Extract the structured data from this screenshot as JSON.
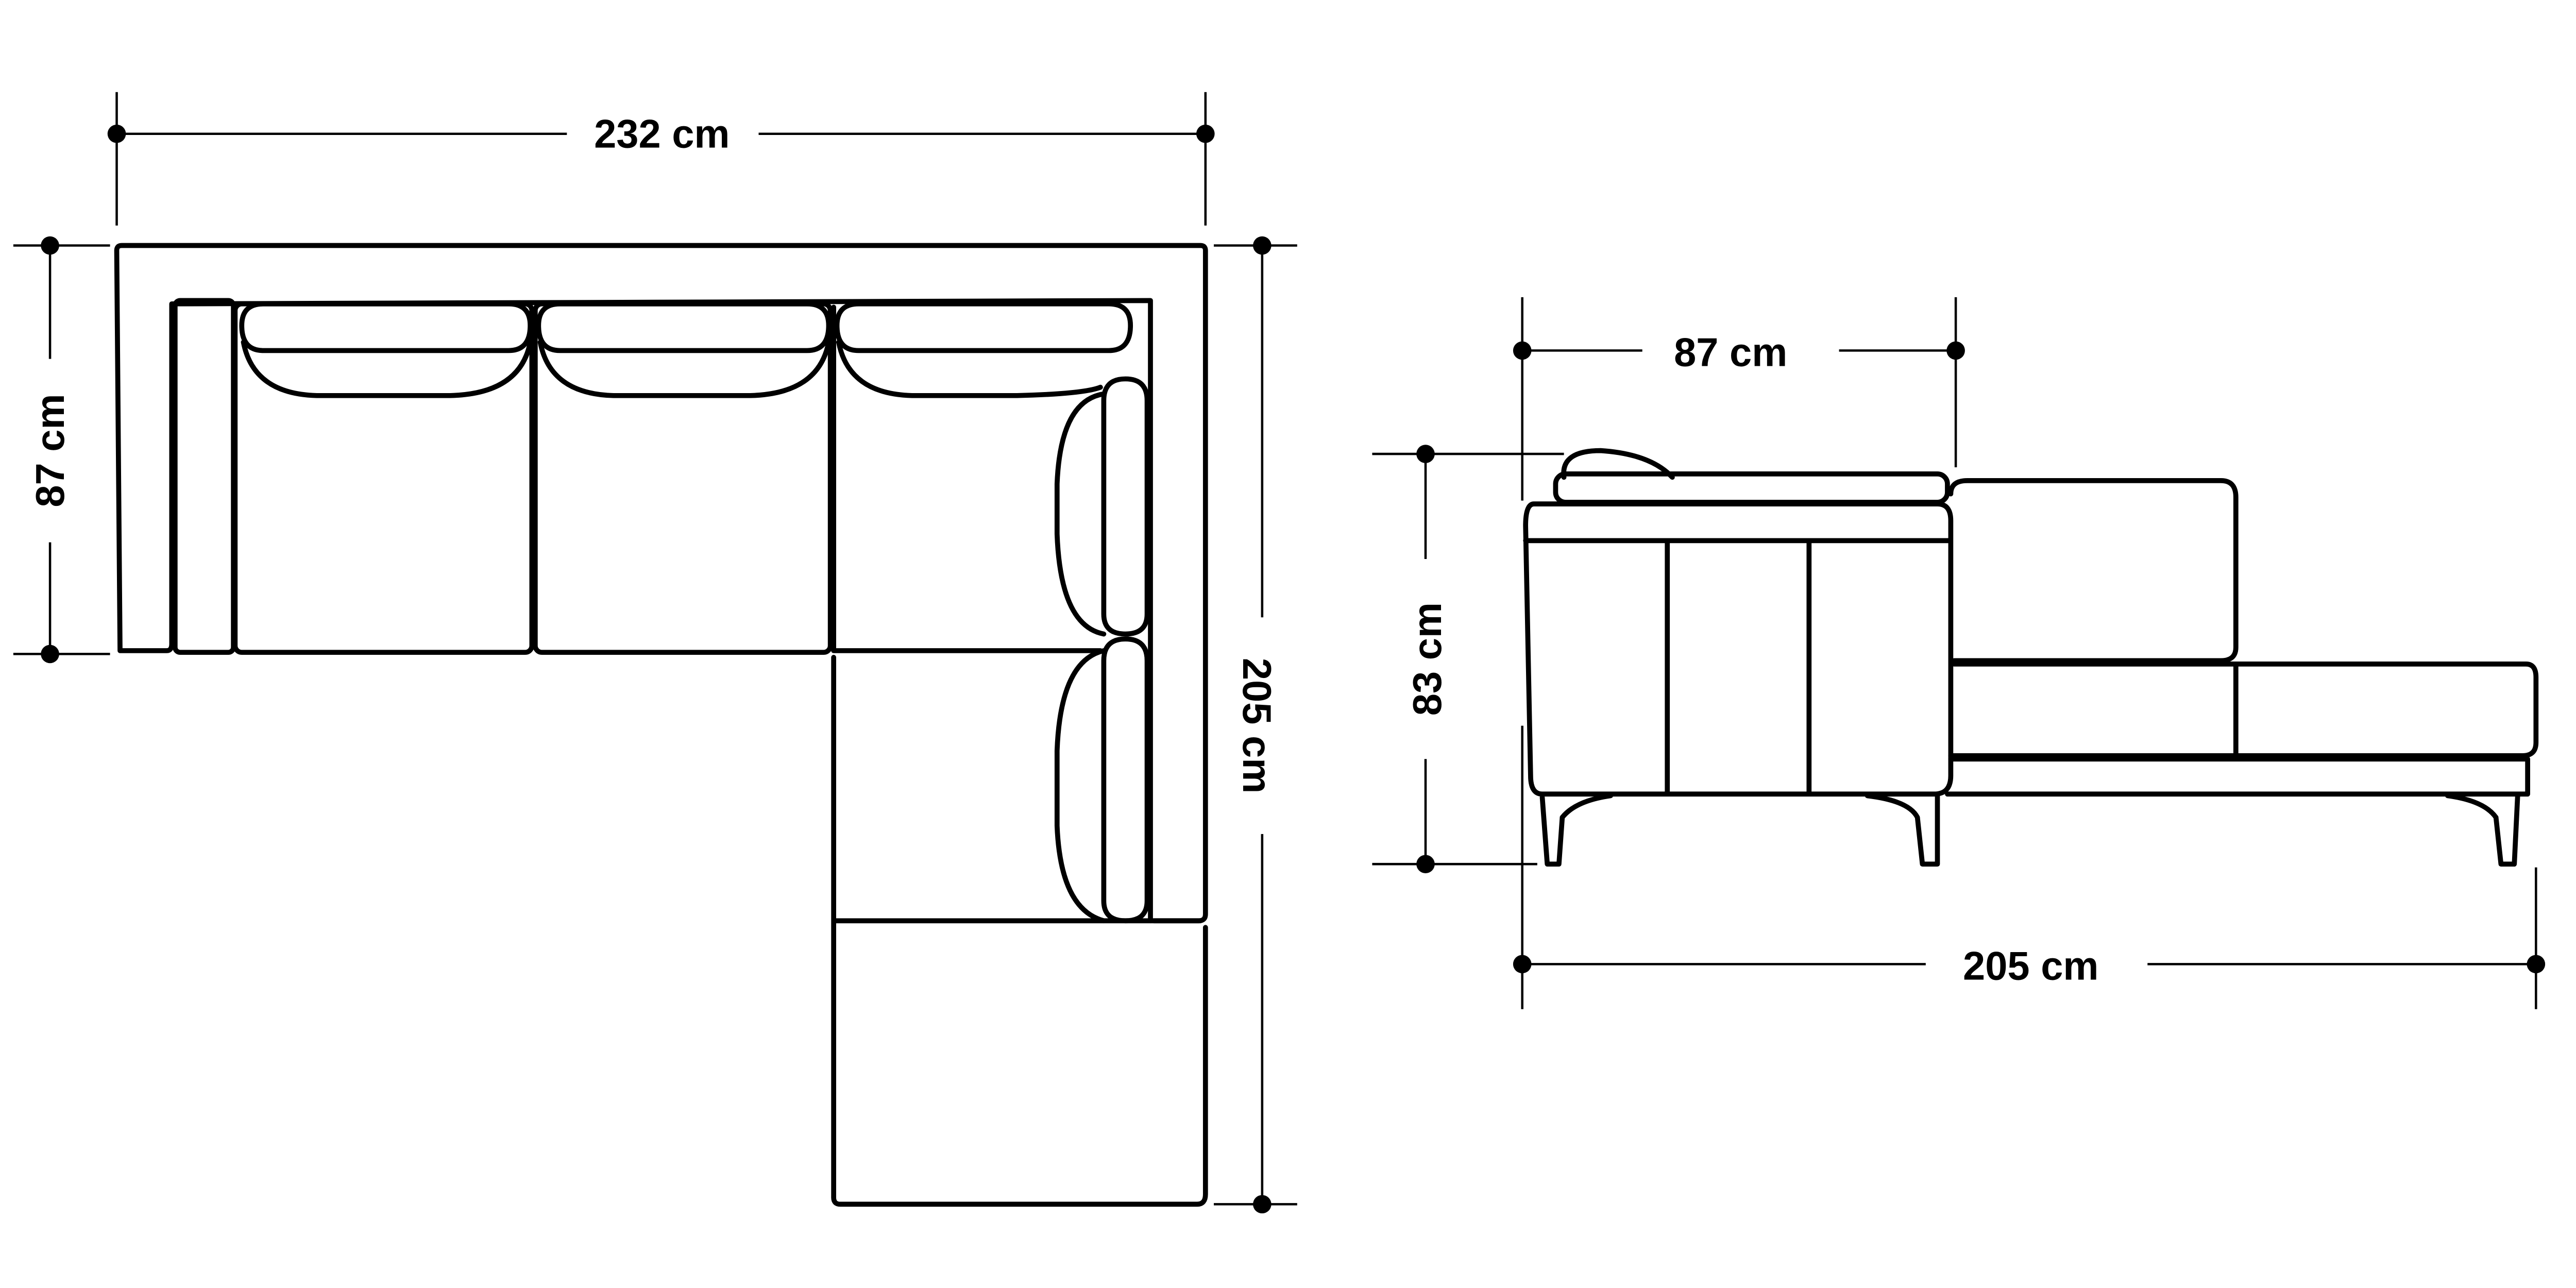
{
  "top_view": {
    "width_label": "232 cm",
    "depth_label": "87 cm",
    "length_label": "205 cm"
  },
  "side_view": {
    "depth_label": "87 cm",
    "height_label": "83 cm",
    "length_label": "205 cm"
  },
  "colors": {
    "line": "#000000",
    "background": "#ffffff"
  }
}
